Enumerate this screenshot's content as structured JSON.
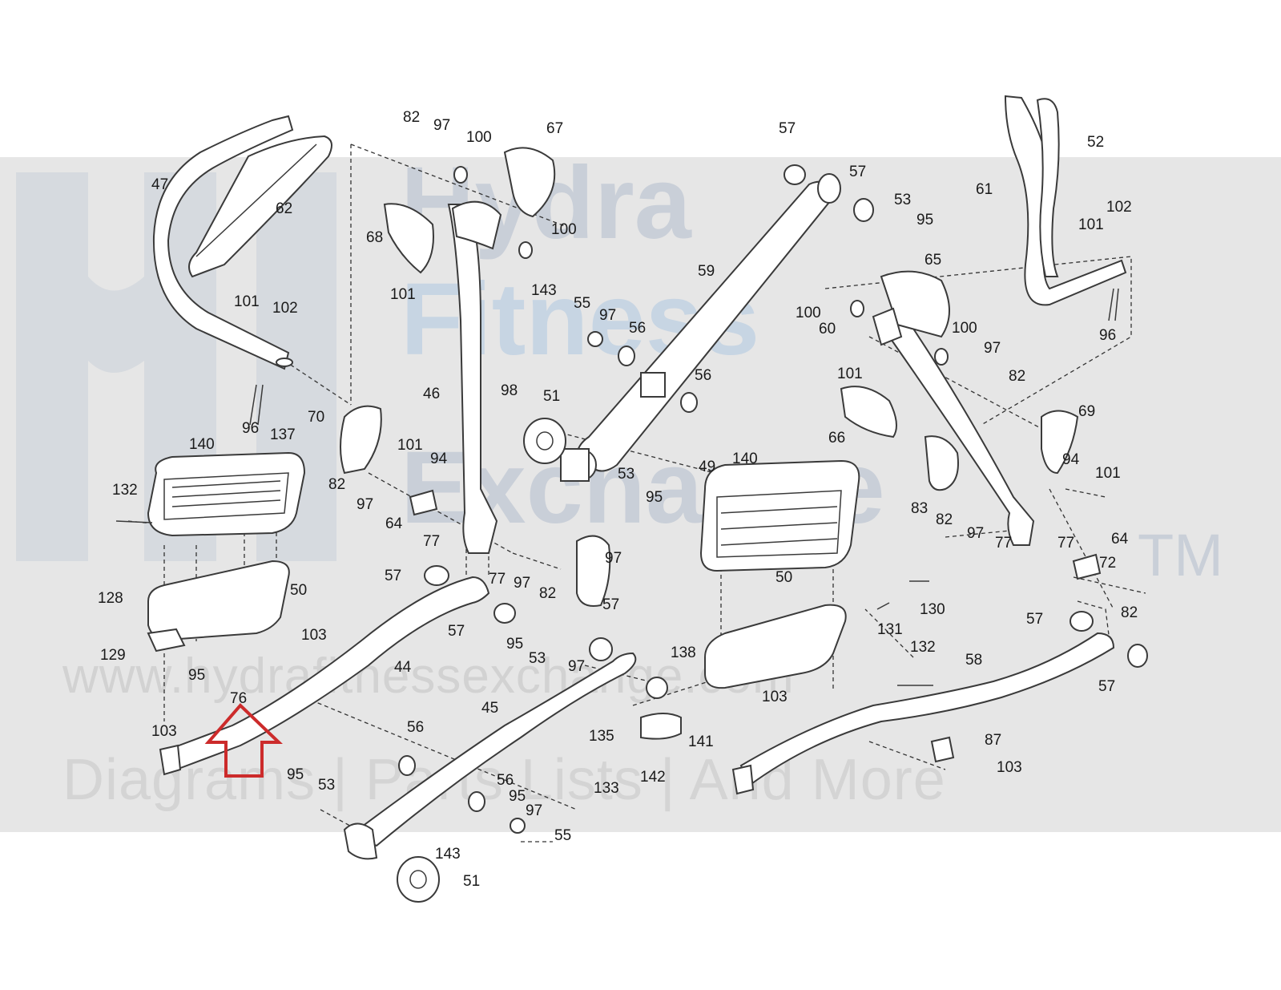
{
  "watermark": {
    "line1": "Hydra",
    "line2": "Fitness",
    "line3": "Exchange",
    "trademark": "TM",
    "url": "www.hydrafitnessexchange.com",
    "tagline": "Diagrams | Parts Lists | And More"
  },
  "colors": {
    "highlight_arrow": "#cc2b2b",
    "watermark_band": "#e6e6e6",
    "line_art": "#3a3a3a"
  },
  "callouts": [
    "82",
    "97",
    "100",
    "67",
    "57",
    "52",
    "47",
    "62",
    "57",
    "53",
    "95",
    "61",
    "102",
    "101",
    "68",
    "100",
    "101",
    "59",
    "65",
    "143",
    "55",
    "97",
    "56",
    "100",
    "60",
    "101",
    "102",
    "100",
    "97",
    "82",
    "101",
    "96",
    "46",
    "98",
    "51",
    "56",
    "70",
    "66",
    "69",
    "140",
    "137",
    "101",
    "94",
    "96",
    "49",
    "140",
    "94",
    "101",
    "132",
    "82",
    "97",
    "53",
    "95",
    "64",
    "77",
    "83",
    "82",
    "97",
    "77",
    "77",
    "64",
    "72",
    "97",
    "57",
    "77",
    "97",
    "82",
    "50",
    "128",
    "50",
    "57",
    "130",
    "57",
    "82",
    "131",
    "103",
    "57",
    "95",
    "129",
    "95",
    "53",
    "97",
    "132",
    "58",
    "44",
    "138",
    "57",
    "76",
    "103",
    "45",
    "56",
    "103",
    "135",
    "141",
    "87",
    "103",
    "95",
    "53",
    "56",
    "133",
    "142",
    "95",
    "97",
    "55",
    "143",
    "51",
    "98"
  ],
  "highlighted_part": "76"
}
